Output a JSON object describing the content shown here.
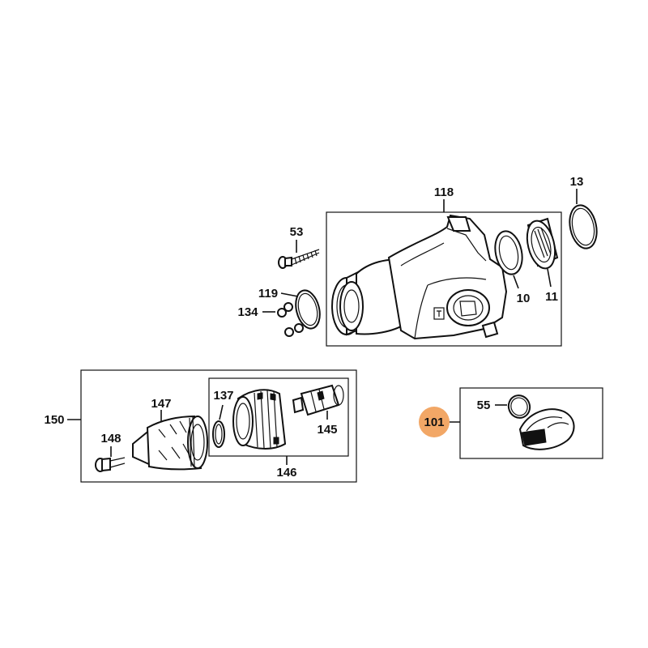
{
  "labels": {
    "p118": "118",
    "p13": "13",
    "p53": "53",
    "p119": "119",
    "p134": "134",
    "p10": "10",
    "p11": "11",
    "p150": "150",
    "p147": "147",
    "p148": "148",
    "p137": "137",
    "p145": "145",
    "p146": "146",
    "p101": "101",
    "p55": "55"
  },
  "colors": {
    "highlight": "#F2A766",
    "line": "#111111"
  }
}
